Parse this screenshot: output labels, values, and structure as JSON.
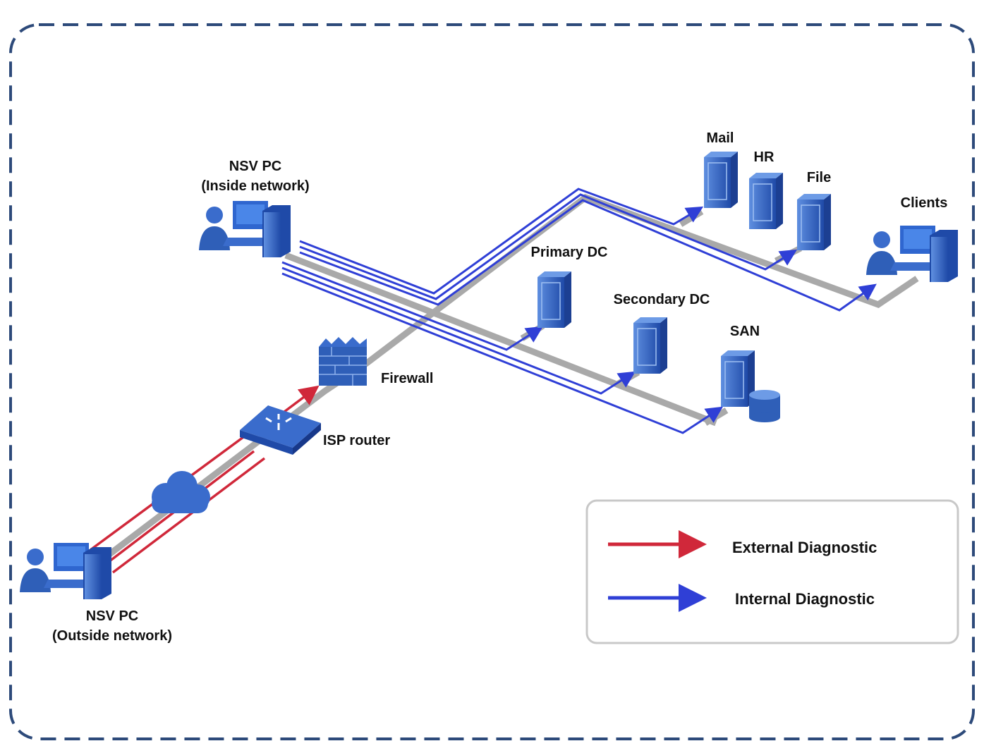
{
  "nodes": {
    "nsv_inside": {
      "line1": "NSV PC",
      "line2": "(Inside network)"
    },
    "nsv_outside": {
      "line1": "NSV PC",
      "line2": "(Outside network)"
    },
    "mail": "Mail",
    "hr": "HR",
    "file": "File",
    "clients": "Clients",
    "primary_dc": "Primary DC",
    "secondary_dc": "Secondary DC",
    "san": "SAN",
    "firewall": "Firewall",
    "isp_router": "ISP router"
  },
  "legend": {
    "external": {
      "label": "External Diagnostic",
      "color": "#d0283a"
    },
    "internal": {
      "label": "Internal Diagnostic",
      "color": "#2f3fd6"
    }
  },
  "colors": {
    "border": "#2d4a7a",
    "device": "#2f5fb8",
    "link": "#a9a9a9"
  }
}
